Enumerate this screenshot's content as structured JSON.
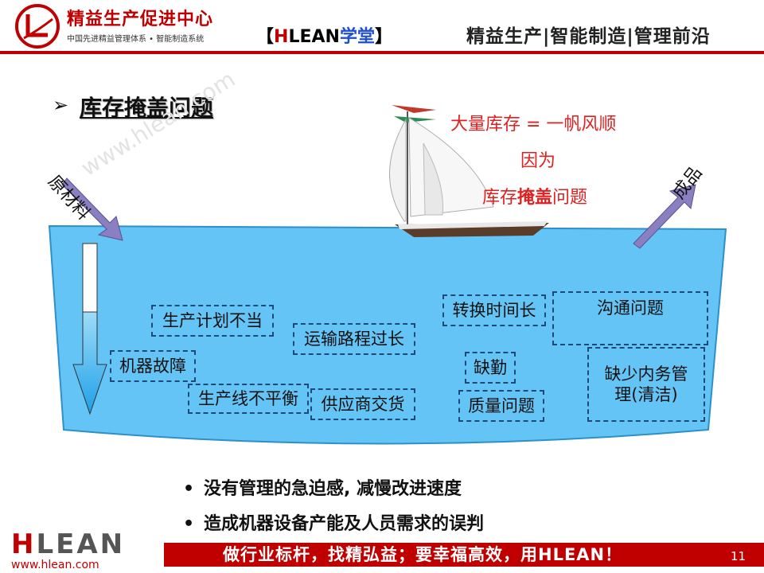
{
  "header": {
    "logo_title": "精益生产促进中心",
    "logo_subtitle": "中国先进精益管理体系 • 智能制造系统",
    "brand_open": "【",
    "brand_h": "H",
    "brand_lean": "LEAN",
    "brand_xt": "学堂",
    "brand_close": "】",
    "tagline": "精益生产|智能制造|管理前沿"
  },
  "title": "库存掩盖问题",
  "watermark": "www.hlean.com",
  "notes": {
    "line1": "大量库存 = 一帆风顺",
    "line2": "因为",
    "line3_pre": "库存",
    "line3_bold": "掩盖",
    "line3_post": "问题"
  },
  "arrows": {
    "raw": "原材料",
    "product": "成品"
  },
  "problems": {
    "p1": "生产计划不当",
    "p2": "机器故障",
    "p3": "运输路程过长",
    "p4": "生产线不平衡",
    "p5": "供应商交货",
    "p6": "转换时间长",
    "p7": "沟通问题",
    "p8": "缺勤",
    "p9": "缺少内务管理(清洁)",
    "p10": "质量问题"
  },
  "bullets": [
    "没有管理的急迫感, 减慢改进速度",
    "造成机器设备产能及人员需求的误判"
  ],
  "footer": {
    "slogan": "做行业标杆，找精弘益；要幸福高效，用HLEAN！",
    "page": "11",
    "logo": "HLEAN",
    "url": "www.hlean.com"
  },
  "colors": {
    "accent": "#c00000",
    "water": "#63c4f5",
    "arrow": "#8a7fc0"
  }
}
